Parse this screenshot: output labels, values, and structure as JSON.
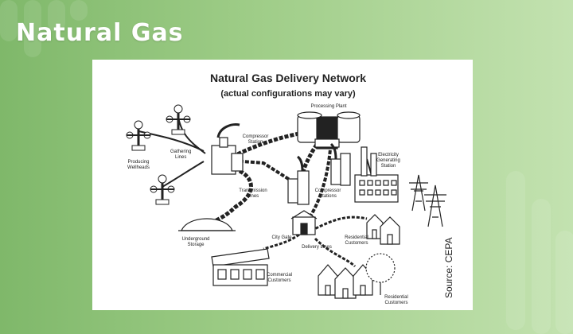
{
  "slide": {
    "title": "Natural Gas"
  },
  "figure": {
    "title": "Natural Gas Delivery Network",
    "subtitle": "(actual configurations may vary)",
    "source": "Source: CEPA",
    "labels": {
      "processing_plant": "Processing Plant",
      "compressor_station_line1": "Compressor",
      "compressor_station_line2": "Station",
      "gathering_lines_line1": "Gathering",
      "gathering_lines_line2": "Lines",
      "producing_wellheads_line1": "Producing",
      "producing_wellheads_line2": "Wellheads",
      "electricity_line1": "Electricity",
      "electricity_line2": "Generating",
      "electricity_line3": "Station",
      "transmission_lines_line1": "Transmission",
      "transmission_lines_line2": "Lines",
      "compressor_stations_line1": "Compressor",
      "compressor_stations_line2": "Stations",
      "underground_storage_line1": "Underground",
      "underground_storage_line2": "Storage",
      "city_gate": "City Gate",
      "residential_customers_a_line1": "Residential",
      "residential_customers_a_line2": "Customers",
      "delivery_lines": "Delivery Lines",
      "commercial_customers_line1": "Commercial",
      "commercial_customers_line2": "Customers",
      "residential_customers_b_line1": "Residential",
      "residential_customers_b_line2": "Customers"
    }
  },
  "colors": {
    "background_left": "#7fb86a",
    "background_right": "#c3e2b0",
    "title_text": "#ffffff",
    "figure_background": "#ffffff",
    "diagram_ink": "#222222"
  }
}
